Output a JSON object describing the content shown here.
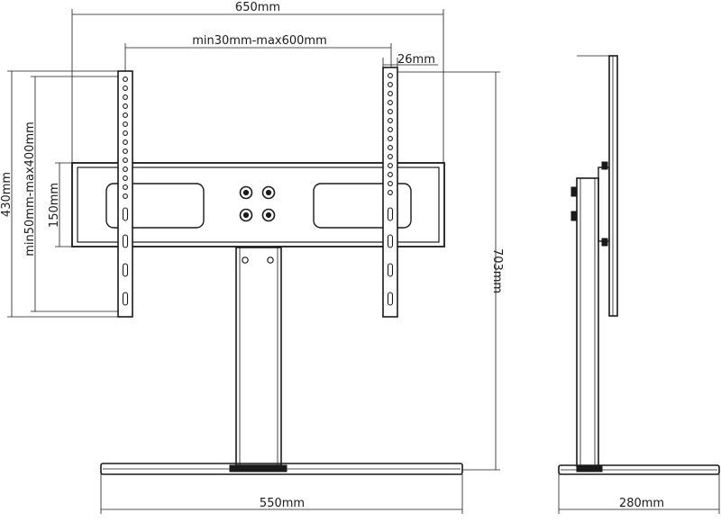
{
  "dimensions": {
    "overall_width": "650mm",
    "vesa_horizontal": "min30mm-max600mm",
    "bracket_width": "26mm",
    "overall_height_arms": "430mm",
    "vesa_vertical": "min50mm-max400mm",
    "plate_height": "150mm",
    "total_height": "703mm",
    "base_width": "550mm",
    "base_depth": "280mm"
  },
  "colors": {
    "line": "#1a1a1a",
    "background": "#ffffff"
  }
}
